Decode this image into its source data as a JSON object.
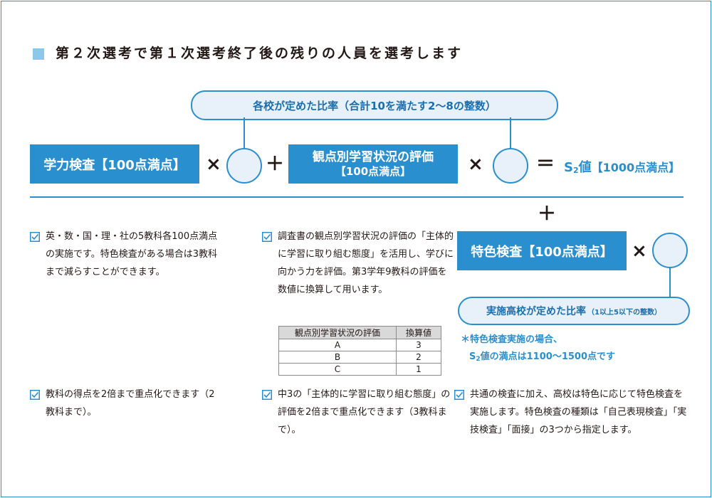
{
  "title": "第２次選考で第１次選考終了後の残りの人員を選考します",
  "ratio_label": "各校が定めた比率（合計10を満たす2〜8の整数）",
  "formula": {
    "gakuryoku": "学力検査【100点満点】",
    "kanten_line1": "観点別学習状況の評価",
    "kanten_line2": "【100点満点】",
    "times": "×",
    "plus": "＋",
    "equals": "＝",
    "result_s": "S",
    "result_sub": "2",
    "result_rest": "値",
    "result_bracket": "【1000点満点】"
  },
  "tokushoku": {
    "box": "特色検査【100点満点】",
    "ratio_main": "実施高校が定めた比率",
    "ratio_small": "（1以上5以下の整数）",
    "note_line1": "＊特色検査実施の場合、",
    "note_s": "S",
    "note_sub": "2",
    "note_rest": "値の満点は1100〜1500点です"
  },
  "items": {
    "p1": "英・数・国・理・社の5教科各100点満点の実施です。特色検査がある場合は3教科まで減らすことができます。",
    "p2": "調査書の観点別学習状況の評価の「主体的に学習に取り組む態度」を活用し、学びに向かう力を評価。第3学年9教科の評価を数値に換算して用います。",
    "p3": "教科の得点を2倍まで重点化できます（2教科まで）。",
    "p4": "中3の「主体的に学習に取り組む態度」の評価を2倍まで重点化できます（3教科まで）。",
    "p5": "共通の検査に加え、高校は特色に応じて特色検査を実施します。特色検査の種類は「自己表現検査」「実技検査」「面接」の3つから指定します。"
  },
  "table": {
    "headers": [
      "観点別学習状況の評価",
      "換算値"
    ],
    "rows": [
      [
        "A",
        "3"
      ],
      [
        "B",
        "2"
      ],
      [
        "C",
        "1"
      ]
    ]
  },
  "colors": {
    "accent": "#2a8fcf",
    "light_fill": "#e8f1fa",
    "title_square": "#8dc7ea"
  }
}
